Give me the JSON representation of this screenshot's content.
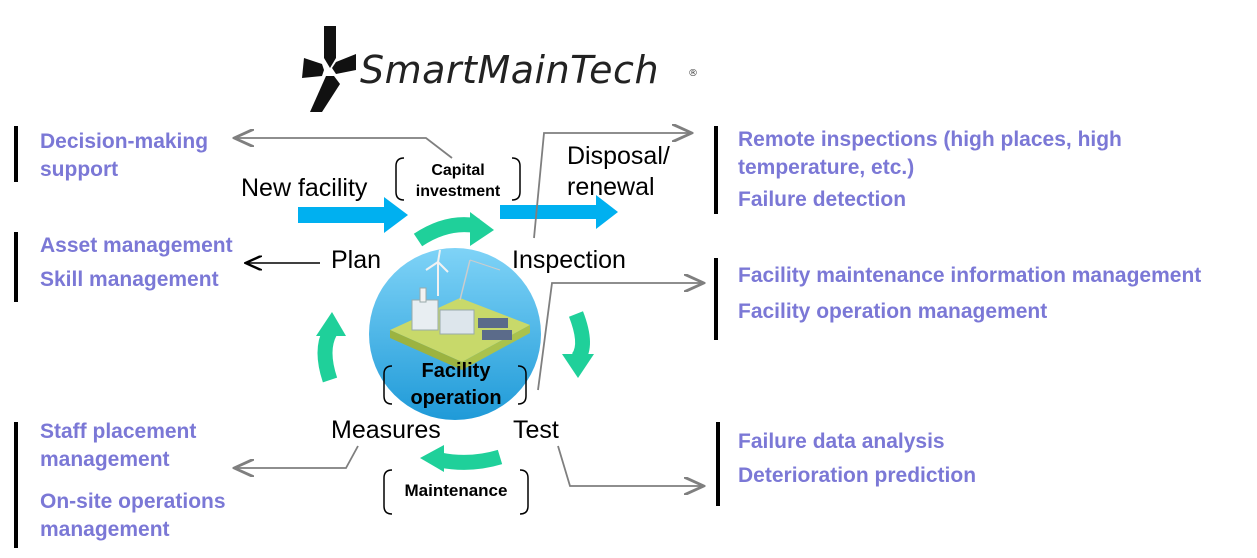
{
  "logo": {
    "name": "SmartMainTech",
    "mark": "®"
  },
  "stages": {
    "new_facility": "New facility",
    "disposal_renewal": "Disposal/\nrenewal",
    "plan": "Plan",
    "inspection": "Inspection",
    "measures": "Measures",
    "test": "Test"
  },
  "center": {
    "facility_operation": "Facility\noperation",
    "capital_investment": "Capital\ninvestment",
    "maintenance": "Maintenance"
  },
  "features": {
    "decision_making": "Decision-making\nsupport",
    "asset_management": "Asset management",
    "skill_management": "Skill management",
    "staff_placement": "Staff placement\nmanagement",
    "onsite_operations": "On-site operations\nmanagement",
    "remote_inspections": "Remote inspections (high places, high\ntemperature, etc.)",
    "failure_detection": "Failure detection",
    "facility_maintenance_info": "Facility maintenance information management",
    "facility_operation_mgmt": "Facility operation management",
    "failure_data_analysis": "Failure data analysis",
    "deterioration_prediction": "Deterioration prediction"
  },
  "colors": {
    "feature_text": "#7b78d6",
    "blue_arrow": "#00b0f0",
    "cycle_arrow": "#1fd09a",
    "connector": "#7f7f7f",
    "globe": "#39b7ee"
  },
  "icons": [
    "logo-x-icon",
    "facility-plant-icon"
  ]
}
